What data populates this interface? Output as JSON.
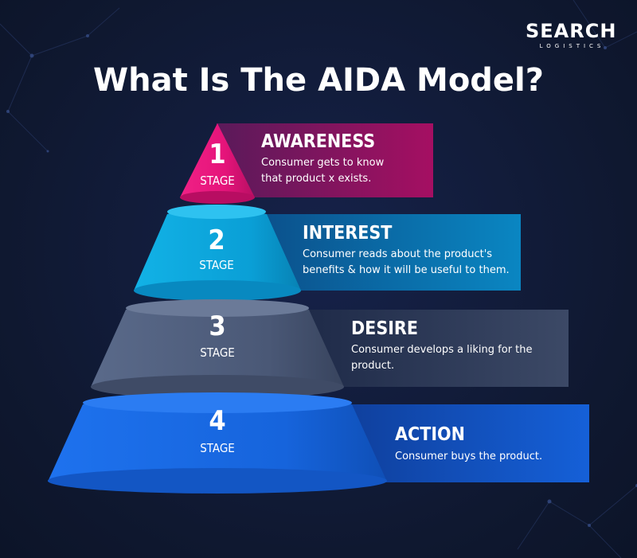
{
  "header": {
    "title": "What Is The AIDA Model?",
    "logo_main": "SEARCH",
    "logo_sub": "LOGISTICS"
  },
  "stages": [
    {
      "number": "1",
      "stage_label": "STAGE",
      "title": "AWARENESS",
      "description": "Consumer gets to know that product x exists.",
      "color": "#e8157a",
      "panel_color": "#9c0f5c"
    },
    {
      "number": "2",
      "stage_label": "STAGE",
      "title": "INTEREST",
      "description": "Consumer reads about the product's benefits & how it will be useful to them.",
      "color": "#0aa3d9",
      "panel_color": "#0677a8"
    },
    {
      "number": "3",
      "stage_label": "STAGE",
      "title": "DESIRE",
      "description": "Consumer develops a liking for the product.",
      "color": "#4b5a78",
      "panel_color": "#34415c"
    },
    {
      "number": "4",
      "stage_label": "STAGE",
      "title": "ACTION",
      "description": "Consumer buys the product.",
      "color": "#1767e0",
      "panel_color": "#1250b8"
    }
  ]
}
